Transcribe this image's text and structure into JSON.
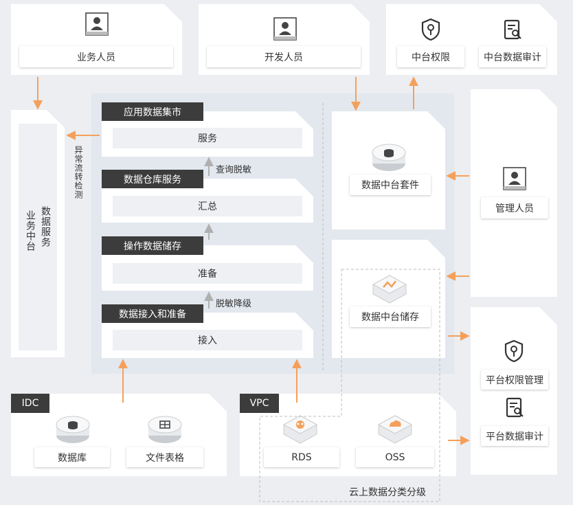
{
  "roles": {
    "business": "业务人员",
    "developer": "开发人员",
    "platform_auth": "中台权限",
    "platform_audit": "中台数据审计",
    "admin": "管理人员"
  },
  "business_service": {
    "col1": "数据服务",
    "col2": "业务中台"
  },
  "layers": {
    "app_mart": {
      "title": "应用数据集市",
      "content": "服务"
    },
    "warehouse": {
      "title": "数据仓库服务",
      "content": "汇总"
    },
    "ods": {
      "title": "操作数据储存",
      "content": "准备"
    },
    "ingest": {
      "title": "数据接入和准备",
      "content": "接入"
    }
  },
  "flow_labels": {
    "anomaly": "异常流转检测",
    "query_mask": "查询脱敏",
    "mask_downgrade": "脱敏降级"
  },
  "platform": {
    "suite": "数据中台套件",
    "storage": "数据中台储存"
  },
  "right_panel": {
    "auth_mgmt": "平台权限管理",
    "audit": "平台数据审计"
  },
  "idc": {
    "tag": "IDC",
    "db": "数据库",
    "files": "文件表格"
  },
  "vpc": {
    "tag": "VPC",
    "rds": "RDS",
    "oss": "OSS"
  },
  "cloud_classification": "云上数据分类分级",
  "colors": {
    "arrow": "#f5a05a",
    "gray_arrow": "#b0b0b0",
    "dark_header": "#3c3c3c",
    "zone": "#e3e8ef"
  }
}
